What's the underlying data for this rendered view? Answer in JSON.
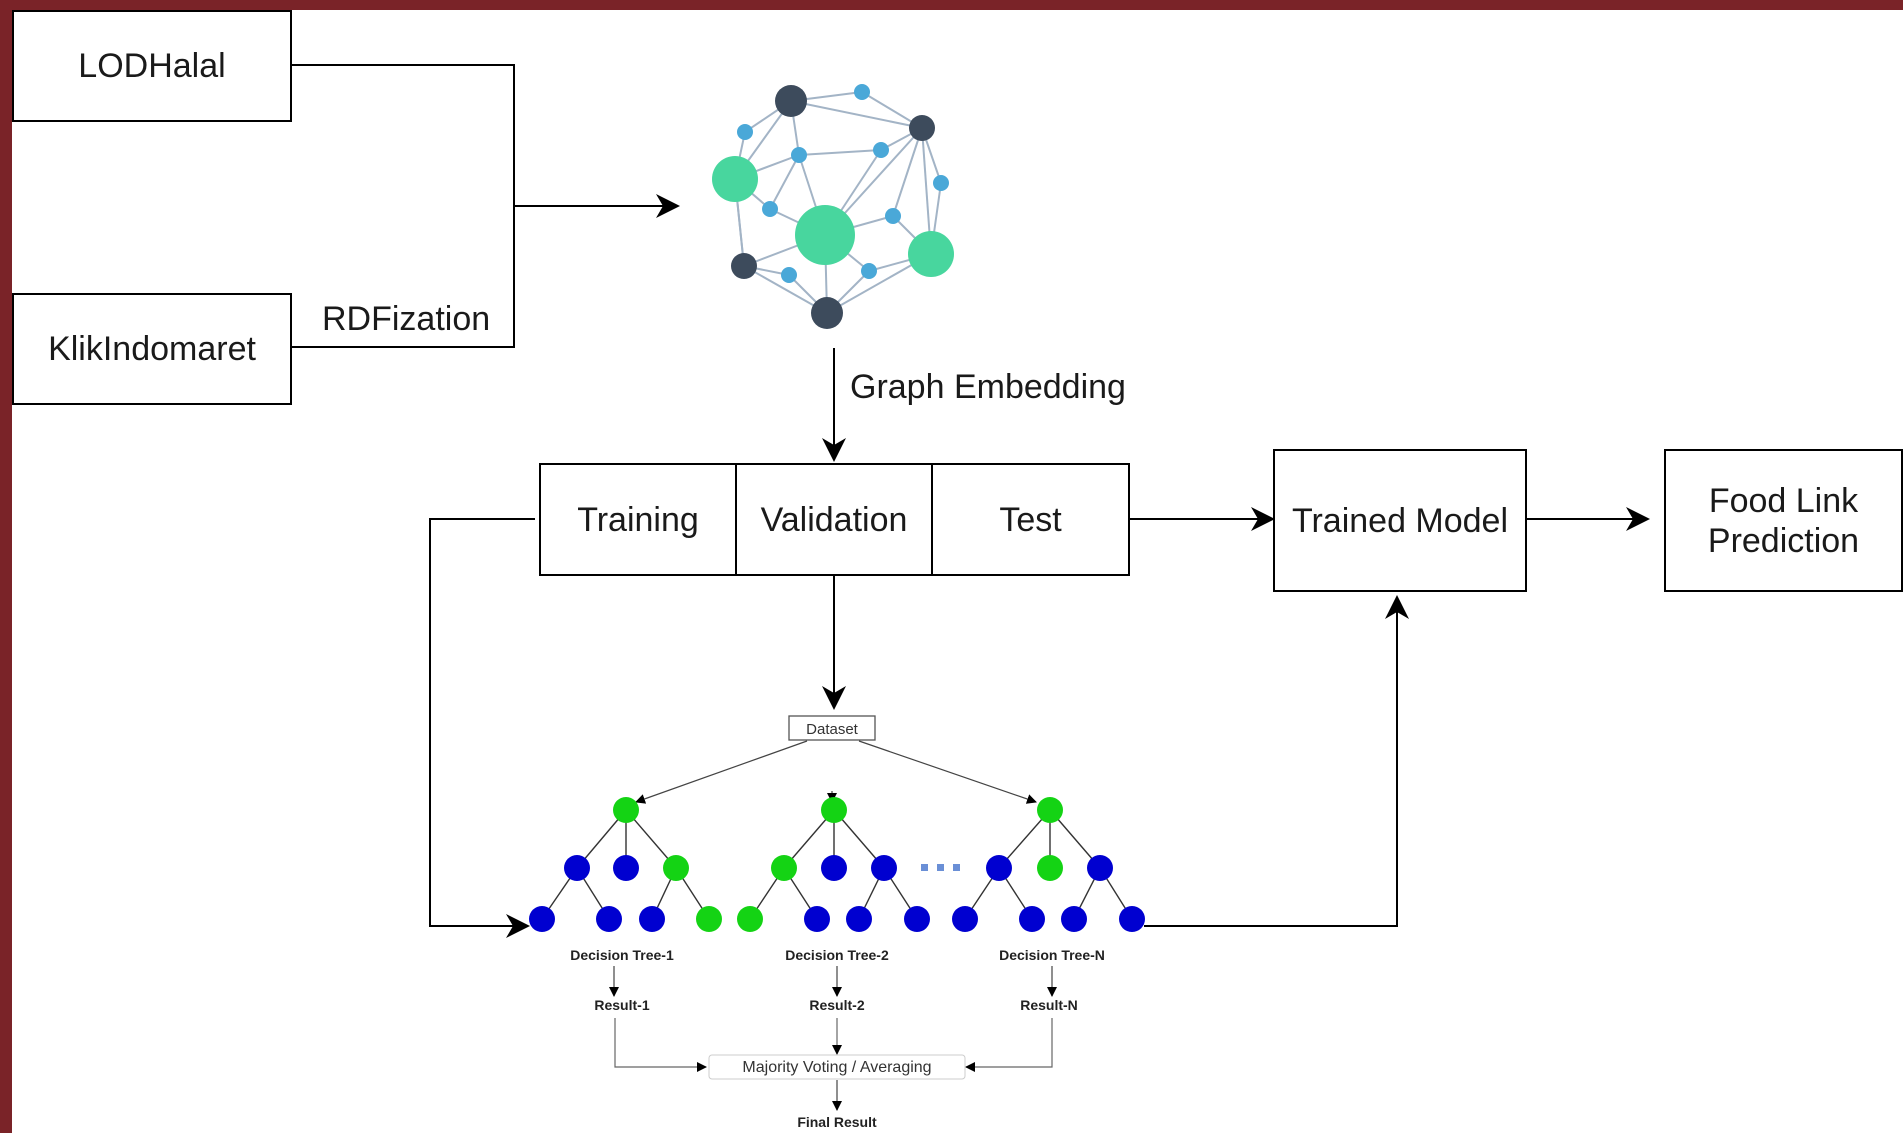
{
  "sources": {
    "source1": "LODHalal",
    "source2": "KlikIndomaret",
    "rdfization_label": "RDFization"
  },
  "graph_embedding_label": "Graph Embedding",
  "split": {
    "training": "Training",
    "validation": "Validation",
    "test": "Test"
  },
  "trained_model": "Trained Model",
  "output": {
    "line1": "Food Link",
    "line2": "Prediction"
  },
  "random_forest": {
    "dataset": "Dataset",
    "trees": [
      "Decision Tree-1",
      "Decision Tree-2",
      "Decision Tree-N"
    ],
    "results": [
      "Result-1",
      "Result-2",
      "Result-N"
    ],
    "aggregation": "Majority Voting / Averaging",
    "final": "Final Result"
  },
  "colors": {
    "border": "#7a2328",
    "graph_big_node": "#48d69e",
    "graph_dark_node": "#3d4b5c",
    "graph_small_node": "#4aa8d8",
    "graph_edge": "#a3b4c6",
    "tree_green": "#14d314",
    "tree_blue": "#0000d0"
  },
  "icons": {
    "knowledge_graph": "network-graph-icon"
  }
}
